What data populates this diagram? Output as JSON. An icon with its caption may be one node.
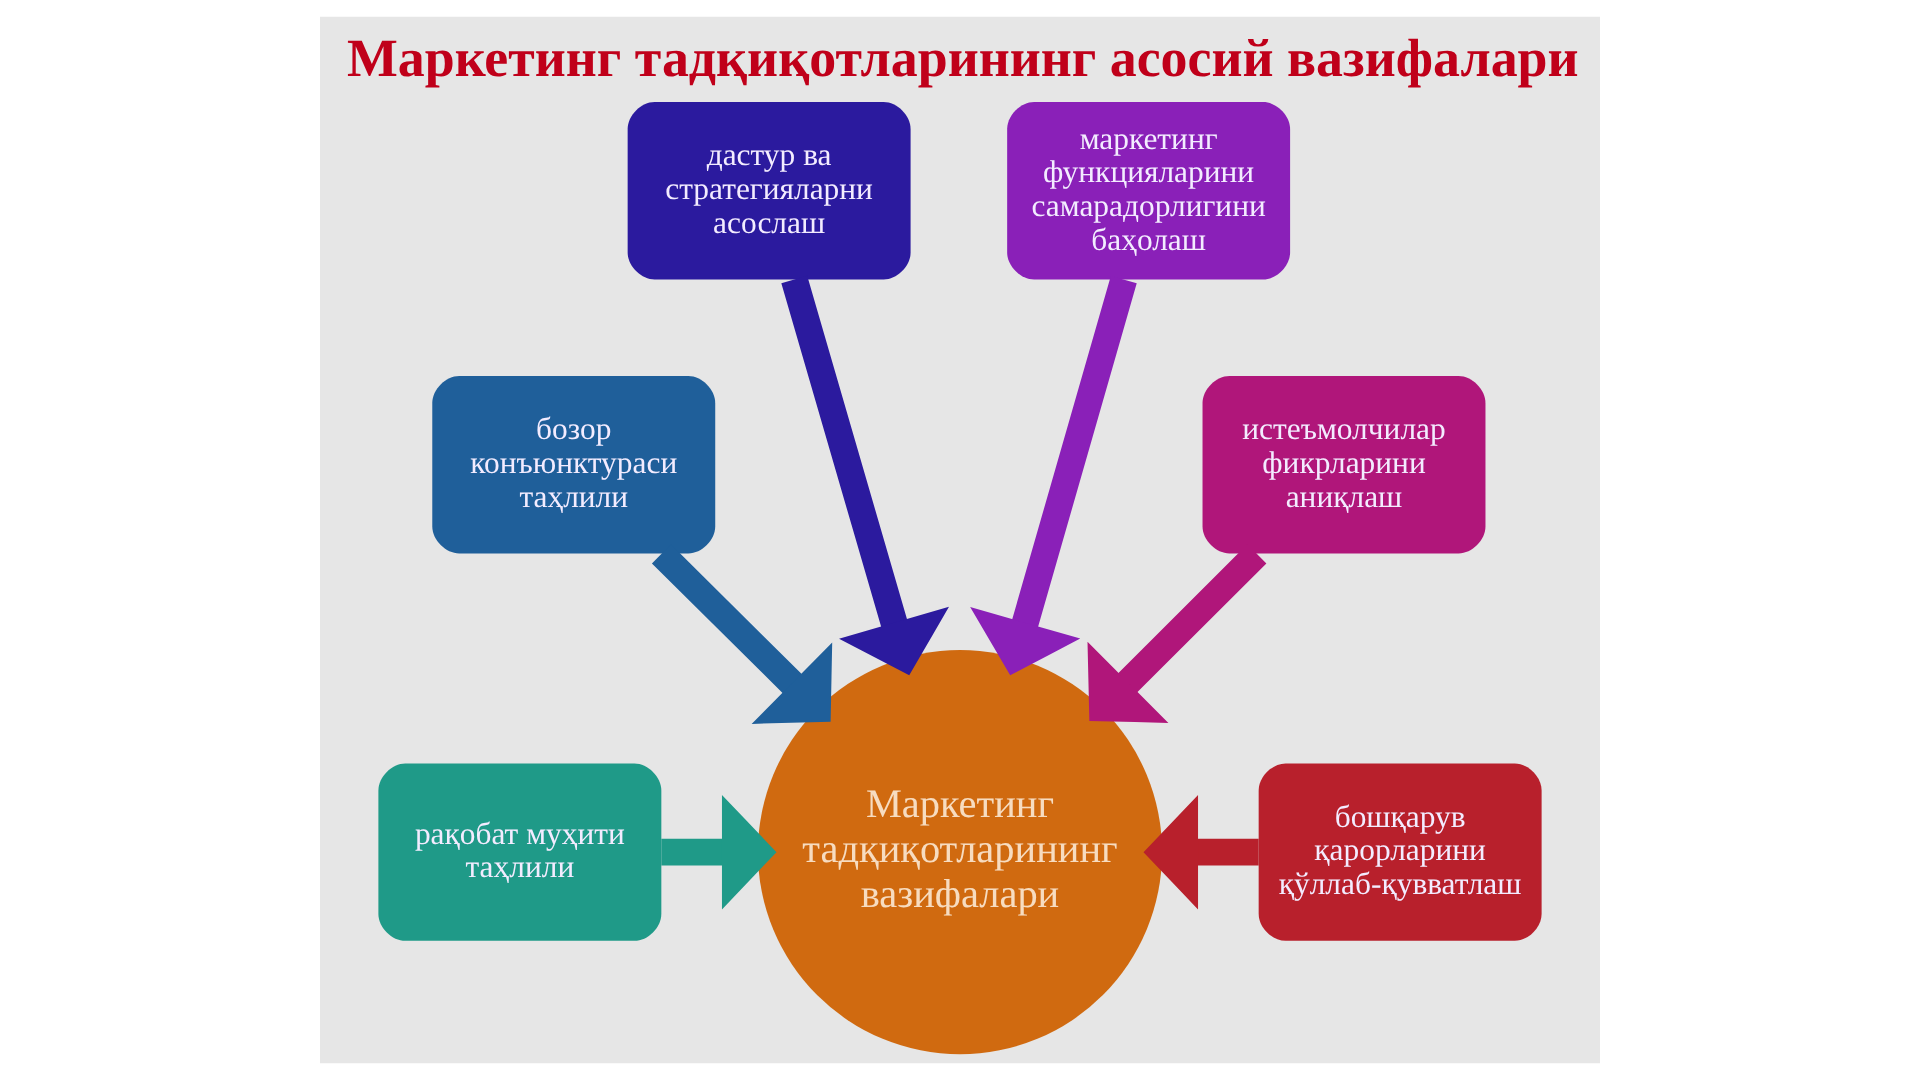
{
  "diagram": {
    "title": "Маркетинг тадқиқотларининг асосий вазифалари",
    "nodes": [
      {
        "text": [
          "дастур ва стратегияларни асослаш"
        ]
      },
      {
        "text": [
          "маркетинг функцияларини самарадорлигини баҳолаш"
        ]
      },
      {
        "text": [
          "бозор конъюнктураси таҳлили"
        ]
      },
      {
        "text": [
          "истеъмолчилар фикрларини аниқлаш"
        ]
      },
      {
        "text": [
          "рақобат муҳити таҳлили"
        ]
      },
      {
        "text": [
          "Маркетинг тадқиқотларининг вазифалари"
        ]
      },
      {
        "text": [
          "бошқарув қарорларини қўллаб-қувватлаш"
        ]
      }
    ],
    "edges": [
      {
        "from": 0,
        "to": 5,
        "arrow": "to",
        "color": "#2b1a9e"
      },
      {
        "from": 1,
        "to": 5,
        "arrow": "to",
        "color": "#8a20b8"
      },
      {
        "from": 2,
        "to": 5,
        "arrow": "to",
        "color": "#1f5f9a"
      },
      {
        "from": 3,
        "to": 5,
        "arrow": "to",
        "color": "#b0167a"
      },
      {
        "from": 4,
        "to": 5,
        "arrow": "to",
        "color": "#1f9a88"
      },
      {
        "from": 6,
        "to": 5,
        "arrow": "to",
        "color": "#b8202c"
      }
    ]
  }
}
